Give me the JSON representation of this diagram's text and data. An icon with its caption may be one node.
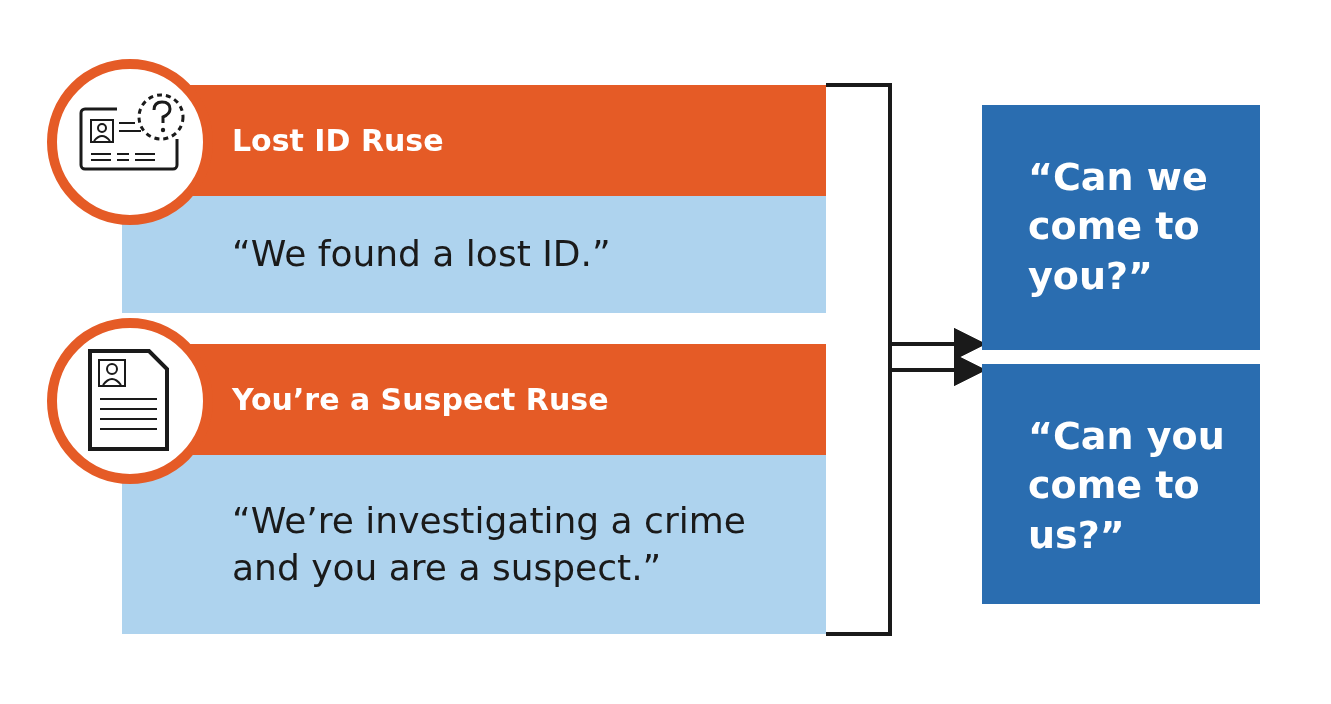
{
  "diagram": {
    "nodes": [
      {
        "text": [
          "Lost ID Ruse",
          "“We found a lost ID.”"
        ]
      },
      {
        "text": [
          "You’re a Suspect Ruse",
          "“We’re investigating a crime and you are a suspect.”"
        ]
      },
      {
        "text": [
          "“Can we come to you?”"
        ]
      },
      {
        "text": [
          "“Can you come to us?”"
        ]
      }
    ],
    "edges": [
      {
        "from": 0,
        "to": 2,
        "arrow": "to"
      },
      {
        "from": 0,
        "to": 3,
        "arrow": "to"
      },
      {
        "from": 1,
        "to": 2,
        "arrow": "to"
      },
      {
        "from": 1,
        "to": 3,
        "arrow": "to"
      }
    ]
  }
}
